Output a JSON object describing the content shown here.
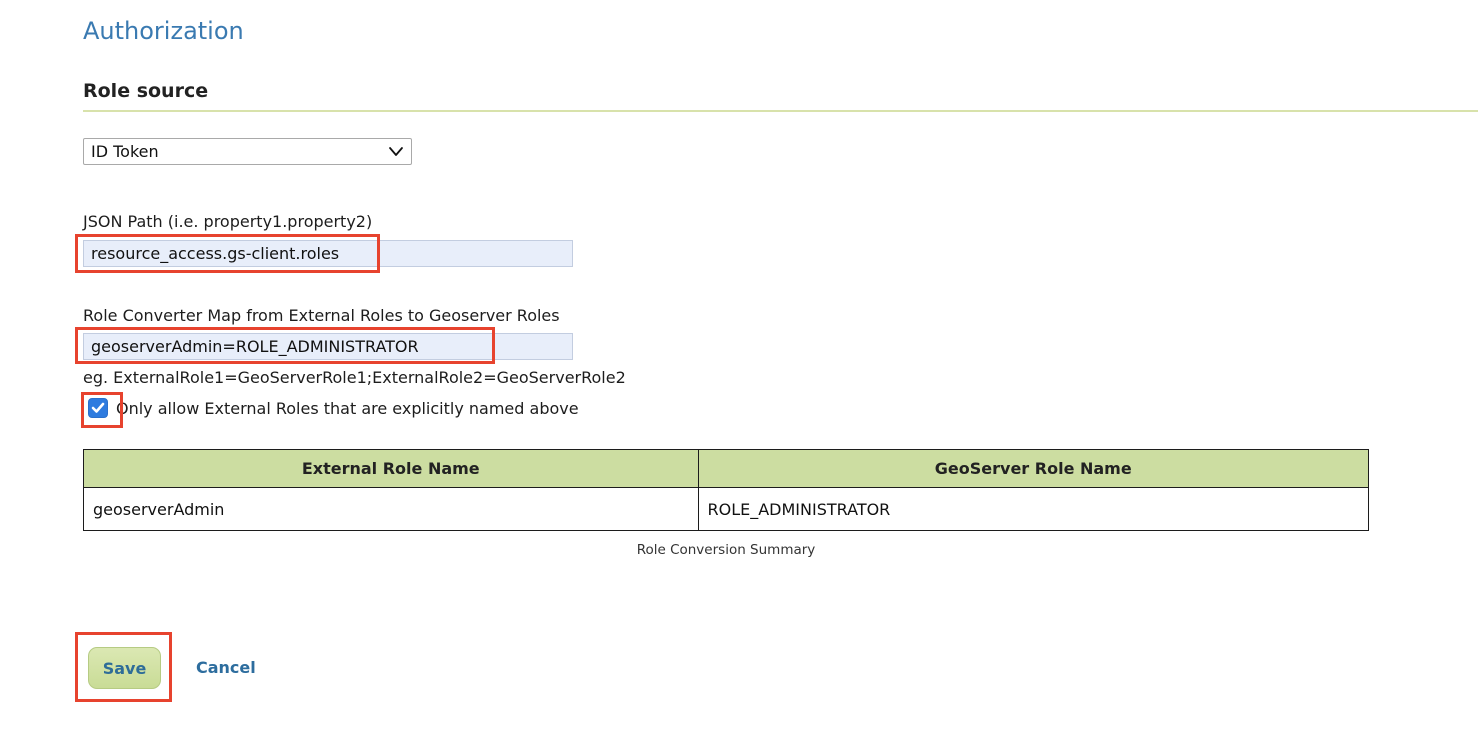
{
  "page": {
    "title": "Authorization",
    "section_heading": "Role source"
  },
  "role_source": {
    "selected": "ID Token"
  },
  "json_path": {
    "label": "JSON Path (i.e. property1.property2)",
    "value": "resource_access.gs-client.roles"
  },
  "role_converter": {
    "label": "Role Converter Map from External Roles to Geoserver Roles",
    "value": "geoserverAdmin=ROLE_ADMINISTRATOR",
    "hint": "eg. ExternalRole1=GeoServerRole1;ExternalRole2=GeoServerRole2"
  },
  "only_allow": {
    "checked": true,
    "label": "Only allow External Roles that are explicitly named above"
  },
  "summary_table": {
    "columns": [
      "External Role Name",
      "GeoServer Role Name"
    ],
    "rows": [
      [
        "geoserverAdmin",
        "ROLE_ADMINISTRATOR"
      ]
    ],
    "caption": "Role Conversion Summary"
  },
  "actions": {
    "save_label": "Save",
    "cancel_label": "Cancel"
  },
  "colors": {
    "heading_blue": "#3a7ab1",
    "link_blue": "#2d6d9e",
    "input_background": "#e8eefa",
    "table_header_green": "#ccdda1",
    "save_button_green": "#cfe0a2",
    "checkbox_blue": "#2e7bdf",
    "annotation_red": "#e7432e",
    "section_rule_olive": "#d8e2ab"
  },
  "icons": {
    "chevron_down": "v",
    "checkmark": "✓"
  }
}
